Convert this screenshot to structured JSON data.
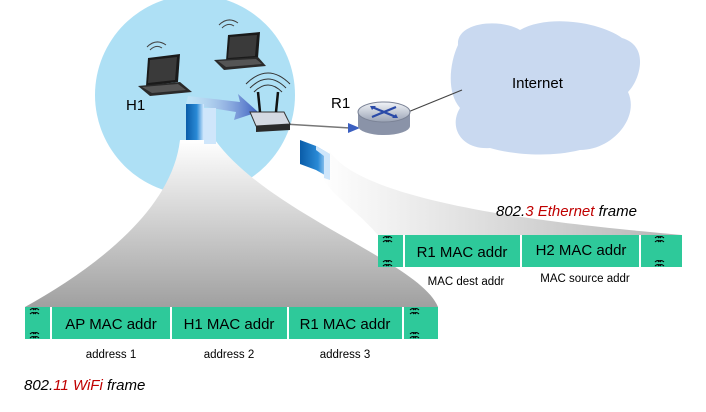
{
  "colors": {
    "wifi_cell": "#aee0f5",
    "frame_green": "#2ec99a",
    "frame_accent": "#c00000",
    "cloud": "#c9d9f0",
    "wire": "#888888"
  },
  "network": {
    "internet_label": "Internet",
    "host_label": "H1",
    "router_label": "R1"
  },
  "wifi_frame": {
    "title_num_prefix": "802.",
    "title_num_accent": "11",
    "title_word_accent": "WiFi",
    "title_word_rest": "frame",
    "fields": [
      "AP MAC addr",
      "H1 MAC addr",
      "R1 MAC addr"
    ],
    "sublabels": [
      "address 1",
      "address 2",
      "address 3"
    ]
  },
  "ethernet_frame": {
    "title_num_prefix": "802.",
    "title_num_accent": "3",
    "title_word_accent": "Ethernet",
    "title_word_rest": "frame",
    "fields": [
      "R1 MAC addr",
      "H2 MAC addr"
    ],
    "sublabels": [
      "MAC dest addr",
      "MAC source addr"
    ]
  },
  "icons": [
    "laptop-icon",
    "wireless-ap-icon",
    "router-icon",
    "cloud-icon",
    "frame-break-icon"
  ]
}
